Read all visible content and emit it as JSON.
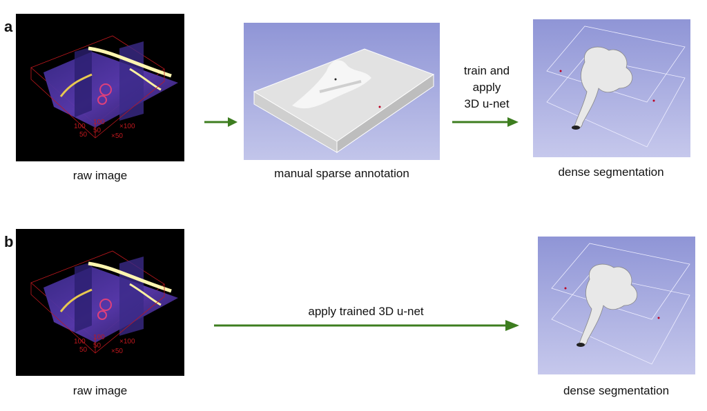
{
  "row_a": {
    "label": "a",
    "raw_caption": "raw image",
    "annotation_caption": "manual sparse annotation",
    "arrow_text_lines": [
      "train and",
      "apply",
      "3D u-net"
    ],
    "result_caption": "dense segmentation"
  },
  "row_b": {
    "label": "b",
    "raw_caption": "raw image",
    "arrow_text": "apply trained 3D u-net",
    "result_caption": "dense segmentation"
  },
  "axis_ticks": [
    "100",
    "50",
    "100",
    "50",
    "100",
    "50"
  ],
  "colors": {
    "arrow": "#3d7d1f",
    "axis": "#c0181e",
    "render_bg": "#9a9fd8"
  }
}
